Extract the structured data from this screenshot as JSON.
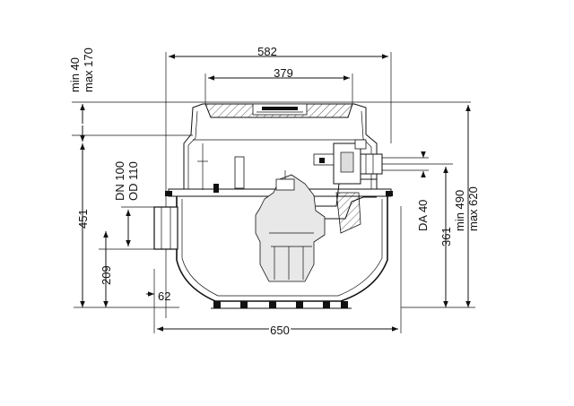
{
  "dimensions": {
    "top_width": "582",
    "cover_width": "379",
    "overall_width": "650",
    "outlet_offset": "62",
    "total_height": "451",
    "inlet_height": "209",
    "cover_adjust_min": "min 40",
    "cover_adjust_max": "max 170",
    "inlet_dn": "DN 100",
    "inlet_od": "OD 110",
    "pressure_da": "DA 40",
    "pressure_height": "361",
    "depth_min": "min 490",
    "depth_max": "max 620"
  }
}
